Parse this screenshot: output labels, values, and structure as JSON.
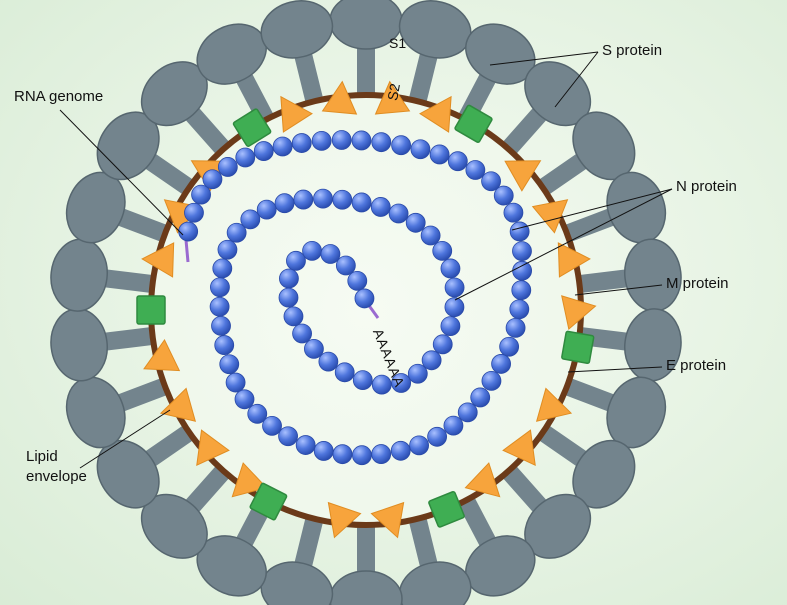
{
  "labels": {
    "s_protein": "S protein",
    "rna_genome": "RNA genome",
    "n_protein": "N protein",
    "m_protein": "M protein",
    "e_protein": "E protein",
    "lipid_envelope_1": "Lipid",
    "lipid_envelope_2": "envelope",
    "s1": "S1",
    "s2": "S2",
    "poly_a": "AAAAAA"
  },
  "colors": {
    "spike": "#73848d",
    "spike_stroke": "#56666f",
    "m_protein": "#f7a43c",
    "e_protein": "#3fae53",
    "envelope": "#6b3a19",
    "n_protein": "#4a70d8",
    "rna_tail": "#9a6ad0"
  }
}
